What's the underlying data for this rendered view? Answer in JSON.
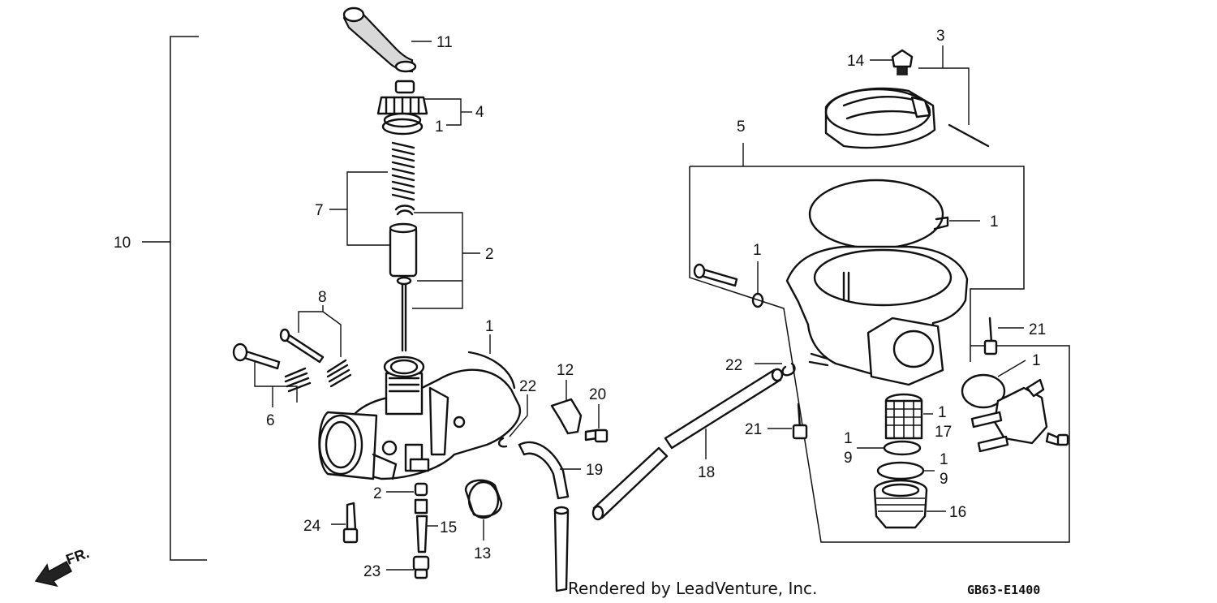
{
  "diagram": {
    "credit": "Rendered by LeadVenture, Inc.",
    "code": "GB63-E1400",
    "direction": "FR.",
    "colors": {
      "ink": "#111111",
      "paper": "#ffffff"
    },
    "callouts": {
      "c1a": "1",
      "c1b": "1",
      "c1c": "1",
      "c1d": "1",
      "c1e": "1",
      "c1f": "1",
      "c1g": "1",
      "c1h": "1",
      "c2a": "2",
      "c2b": "2",
      "c3": "3",
      "c4": "4",
      "c5": "5",
      "c6": "6",
      "c7": "7",
      "c8": "8",
      "c9a": "9",
      "c9b": "9",
      "c10": "10",
      "c11": "11",
      "c12": "12",
      "c13": "13",
      "c14": "14",
      "c15": "15",
      "c16": "16",
      "c17": "17",
      "c18": "18",
      "c19": "19",
      "c20": "20",
      "c21a": "21",
      "c21b": "21",
      "c22a": "22",
      "c22b": "22",
      "c23": "23",
      "c24": "24"
    }
  }
}
